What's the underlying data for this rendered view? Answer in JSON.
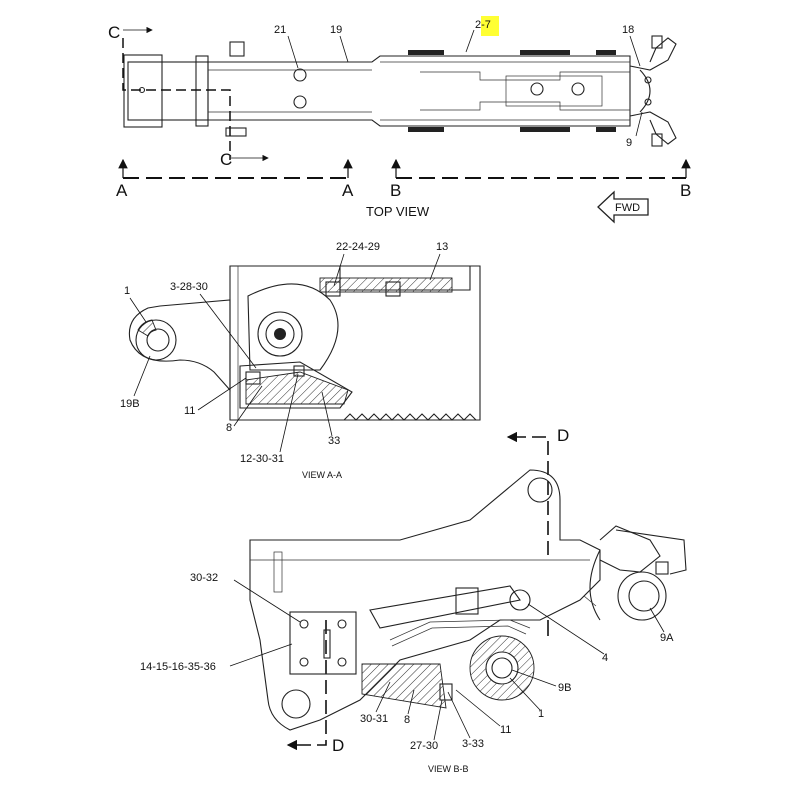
{
  "highlight_color": "#ffff33",
  "top_view": {
    "title": "TOP VIEW",
    "fwd": "FWD",
    "section_letters": {
      "A_left": "A",
      "A_right": "A",
      "B_left": "B",
      "B_right": "B",
      "C_top": "C",
      "C_bottom": "C"
    },
    "callouts": {
      "c21": "21",
      "c19": "19",
      "c2_7": "2-7",
      "c18": "18",
      "c9": "9"
    }
  },
  "view_aa": {
    "title": "VIEW  A-A",
    "callouts": {
      "c22_24_29": "22-24-29",
      "c13": "13",
      "c1": "1",
      "c3_28_30": "3-28-30",
      "c19b": "19B",
      "c11": "11",
      "c8": "8",
      "c12_30_31": "12-30-31",
      "c33": "33"
    }
  },
  "view_bb": {
    "title": "VIEW B-B",
    "section_letters": {
      "D_top": "D",
      "D_bottom": "D"
    },
    "callouts": {
      "c30_32": "30-32",
      "c14_15_16_35_36": "14-15-16-35-36",
      "c4": "4",
      "c9a": "9A",
      "c9b": "9B",
      "c1": "1",
      "c30_31": "30-31",
      "c8": "8",
      "c27_30": "27-30",
      "c3_33": "3-33",
      "c11": "11"
    }
  }
}
